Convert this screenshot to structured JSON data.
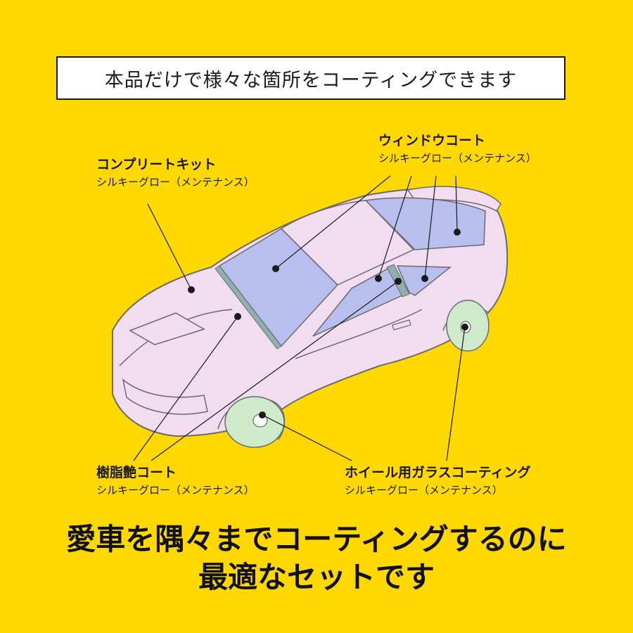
{
  "header": {
    "text": "本品だけで様々な箇所をコーティングできます"
  },
  "callouts": {
    "complete_kit": {
      "title": "コンプリートキット",
      "product": "シルキーグロー（メンテナンス）"
    },
    "window_coat": {
      "title": "ウィンドウコート",
      "product": "シルキーグロー（メンテナンス）"
    },
    "resin_coat": {
      "title": "樹脂艶コート",
      "product": "シルキーグロー（メンテナンス）"
    },
    "wheel_coat": {
      "title": "ホイール用ガラスコーティング",
      "product": "シルキーグロー（メンテナンス）"
    }
  },
  "footer": {
    "line1": "愛車を隅々までコーティングするのに",
    "line2": "最適なセットです"
  },
  "colors": {
    "background": "#FFD800",
    "body": "#F1DDEF",
    "glass": "#B8BFEF",
    "trim": "#8FB0B0",
    "wheel": "#CFEACB",
    "outline": "#6b6b6b"
  }
}
